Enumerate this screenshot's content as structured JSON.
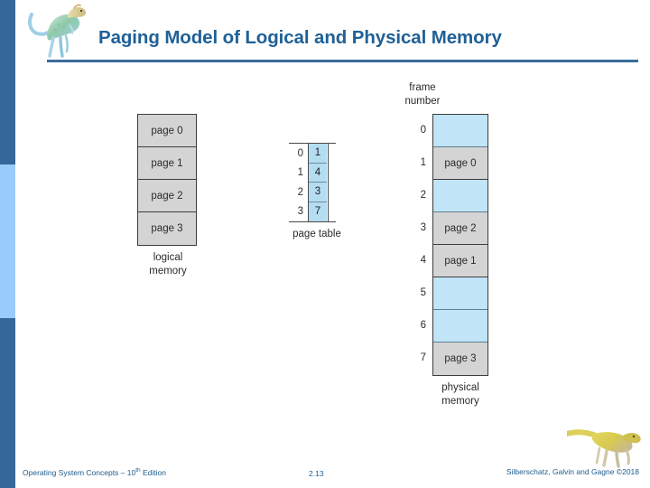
{
  "slide": {
    "title": "Paging Model of Logical and  Physical Memory",
    "logo_icon": "dinosaur-logo-icon",
    "footer_dino_icon": "dinosaur-footer-icon"
  },
  "diagram": {
    "logical_memory": {
      "caption": "logical\nmemory",
      "caption_line1": "logical",
      "caption_line2": "memory",
      "cells": [
        {
          "label": "page 0"
        },
        {
          "label": "page 1"
        },
        {
          "label": "page 2"
        },
        {
          "label": "page 3"
        }
      ]
    },
    "page_table": {
      "caption": "page table",
      "rows": [
        {
          "index": "0",
          "value": "1"
        },
        {
          "index": "1",
          "value": "4"
        },
        {
          "index": "2",
          "value": "3"
        },
        {
          "index": "3",
          "value": "7"
        }
      ]
    },
    "physical_memory": {
      "header_line1": "frame",
      "header_line2": "number",
      "caption_line1": "physical",
      "caption_line2": "memory",
      "frames": [
        {
          "number": "0",
          "label": "",
          "state": "empty"
        },
        {
          "number": "1",
          "label": "page 0",
          "state": "filled"
        },
        {
          "number": "2",
          "label": "",
          "state": "empty"
        },
        {
          "number": "3",
          "label": "page 2",
          "state": "filled"
        },
        {
          "number": "4",
          "label": "page 1",
          "state": "filled"
        },
        {
          "number": "5",
          "label": "",
          "state": "empty"
        },
        {
          "number": "6",
          "label": "",
          "state": "empty"
        },
        {
          "number": "7",
          "label": "page 3",
          "state": "filled"
        }
      ]
    }
  },
  "footer": {
    "left_text": "Operating System Concepts – 10",
    "left_sup": "th",
    "left_suffix": " Edition",
    "slide_number": "2.13",
    "right_text": "Silberschatz, Galvin and Gagne ©2018"
  },
  "colors": {
    "accent_dark": "#36679b",
    "accent_light": "#9bcbfb",
    "title_blue": "#1f6096",
    "cell_gray": "#d4d4d4",
    "cell_blue": "#c1e4f7",
    "pagetable_blue": "#b5ddf2",
    "footer_blue": "#1c5c8e"
  }
}
